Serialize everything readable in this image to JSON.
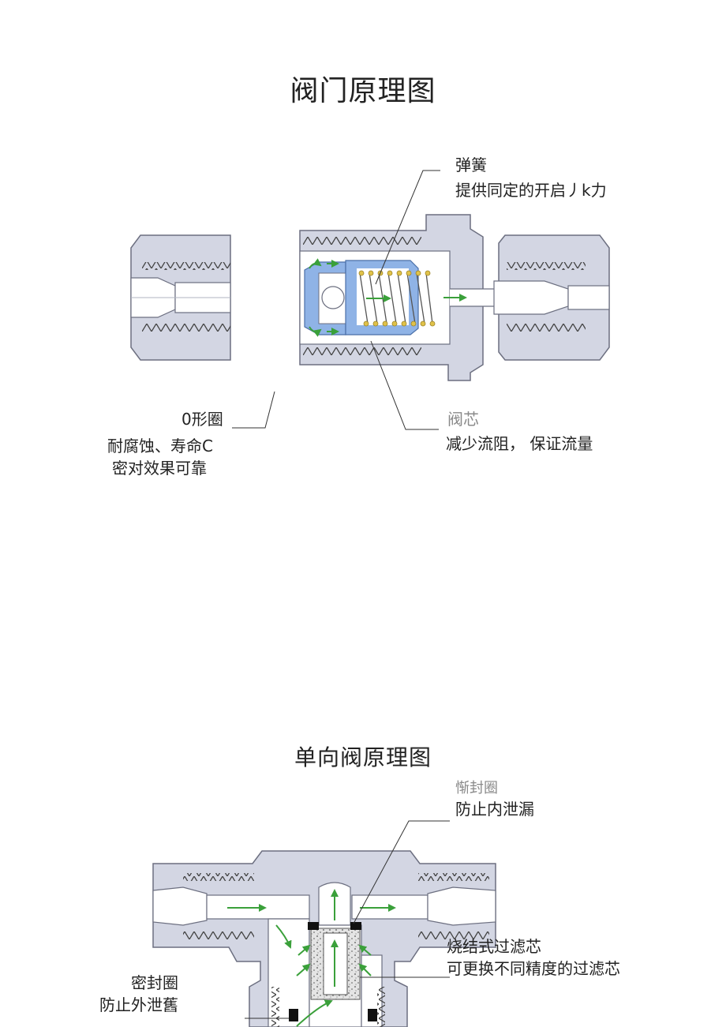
{
  "title_valve": "阀门原理图",
  "title_check": "单向阀原理图",
  "valve_labels": {
    "spring_name": "弹簧",
    "spring_desc": "提供同定的开启丿k力",
    "oring_name": "0形圈",
    "oring_desc1": "耐腐蚀、寿命C",
    "oring_desc2": "密对效果可靠",
    "core_name": "阀芯",
    "core_desc": "减少流阻， 保证流量"
  },
  "check_labels": {
    "inner_seal_name": "惭封圈",
    "inner_seal_desc": "防止内泄漏",
    "filter_name": "烧结式过滤芯",
    "filter_desc": "可更换不同精度的过滤芯",
    "outer_seal_name": "密封圈",
    "outer_seal_desc": "防止外泄舊"
  },
  "colors": {
    "body_fill": "#d3d6e3",
    "body_stroke": "#6c6f80",
    "seal_blue": "#8fb3e6",
    "flow_green": "#3aa03a",
    "spring_yellow": "#e0c24a",
    "text": "#222222"
  }
}
